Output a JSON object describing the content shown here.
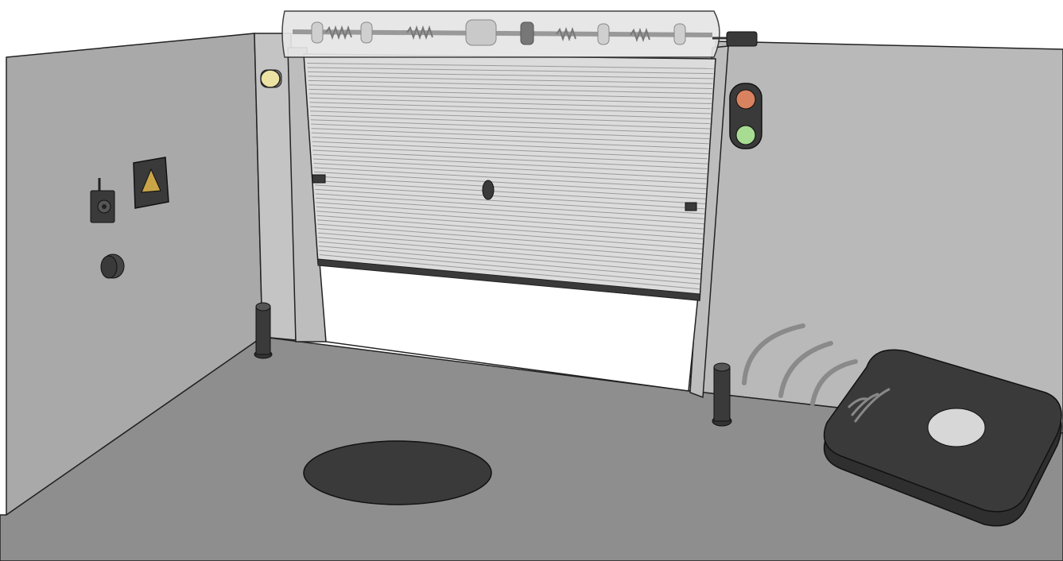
{
  "scene": {
    "door_open_fraction": 0.25,
    "indicator_light_states": {
      "red": "off",
      "green": "on"
    }
  },
  "palette": {
    "background": "#ffffff",
    "left_wall": "#a9a9a9",
    "back_wall": "#c4c4c4",
    "right_wall": "#b9b9b9",
    "floor": "#8e8e8e",
    "frame": "#bdbdbd",
    "shutter": "#dcdcdc",
    "shutter_slat_line": "#9a9a9a",
    "opening": "#ffffff",
    "roller_housing": "#e6e6e6",
    "dark_object": "#3a3a3a",
    "red_light": "#d9825f",
    "green_light": "#a8dc93",
    "lamp": "#ece2a4",
    "warning_sign": "#c9a548",
    "pad_button": "#d7d7d7",
    "signal_wave": "#8a8a8a"
  },
  "components": [
    {
      "name": "left-wall"
    },
    {
      "name": "back-wall"
    },
    {
      "name": "right-wall"
    },
    {
      "name": "floor"
    },
    {
      "name": "roller-shutter"
    },
    {
      "name": "roller-housing"
    },
    {
      "name": "door-motor"
    },
    {
      "name": "flashing-lamp"
    },
    {
      "name": "traffic-light"
    },
    {
      "name": "radio-receiver"
    },
    {
      "name": "control-box"
    },
    {
      "name": "key-switch"
    },
    {
      "name": "safety-post-left"
    },
    {
      "name": "safety-post-right"
    },
    {
      "name": "floor-mat"
    },
    {
      "name": "wireless-pad"
    }
  ]
}
